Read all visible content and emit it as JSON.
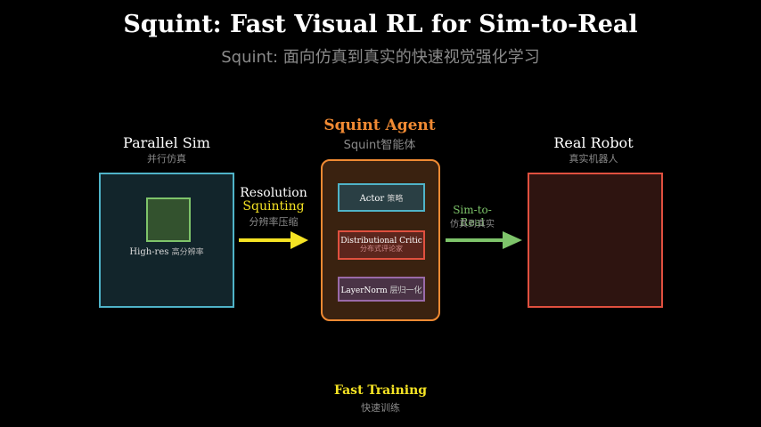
{
  "title": "Squint: Fast Visual RL for Sim-to-Real",
  "subtitle": "Squint: 面向仿真到真实的快速视觉强化学习",
  "sim": {
    "label": "Parallel Sim",
    "sub": "并行仿真",
    "inner_label": "High-res",
    "inner_sub": "高分辨率"
  },
  "agent": {
    "label": "Squint Agent",
    "sub": "Squint智能体",
    "actor": "Actor",
    "actor_sub": "策略",
    "critic": "Distributional Critic",
    "critic_sub": "分布式评论家",
    "layernorm": "LayerNorm",
    "layernorm_sub": "层归一化"
  },
  "robot": {
    "label": "Real Robot",
    "sub": "真实机器人"
  },
  "resolution": {
    "label": "Resolution",
    "highlight": "Squinting",
    "sub": "分辨率压缩"
  },
  "sim_to_real": {
    "label": "Sim-to-Real",
    "sub": "仿真到真实"
  },
  "fast": {
    "label": "Fast Training",
    "sub": "快速训练"
  },
  "colors": {
    "sim": "#4fb3c8",
    "agent": "#f08a33",
    "robot": "#e0503f",
    "highlight": "#f5e324",
    "green": "#7ec46a"
  }
}
